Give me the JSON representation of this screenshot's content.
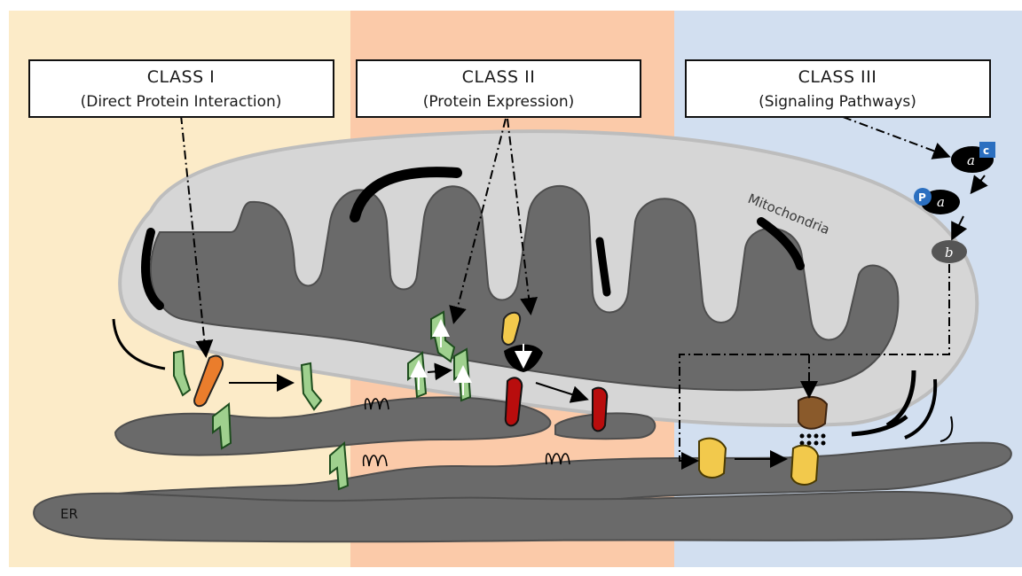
{
  "colors": {
    "class1_bg": "#fcebc8",
    "class2_bg": "#fbcaa9",
    "class3_bg": "#d2dff0",
    "mito_outer": "#d6d6d6",
    "membrane": "#6b6b6b",
    "green_protein": "#9fd08e",
    "orange_protein": "#ea7d2c",
    "red_protein": "#b80d0d",
    "yellow_protein": "#f2c94c",
    "brown_protein": "#8a5a2b",
    "kinase_blue": "#2b6fc0"
  },
  "classes": [
    {
      "title": "CLASS I",
      "subtitle": "(Direct Protein Interaction)"
    },
    {
      "title": "CLASS II",
      "subtitle": "(Protein Expression)"
    },
    {
      "title": "CLASS III",
      "subtitle": "(Signaling Pathways)"
    }
  ],
  "labels": {
    "mitochondria": "Mitochondria",
    "er": "ER"
  },
  "signaling": {
    "node_a": "a",
    "node_c": "c",
    "node_p": "P",
    "node_b": "b"
  }
}
